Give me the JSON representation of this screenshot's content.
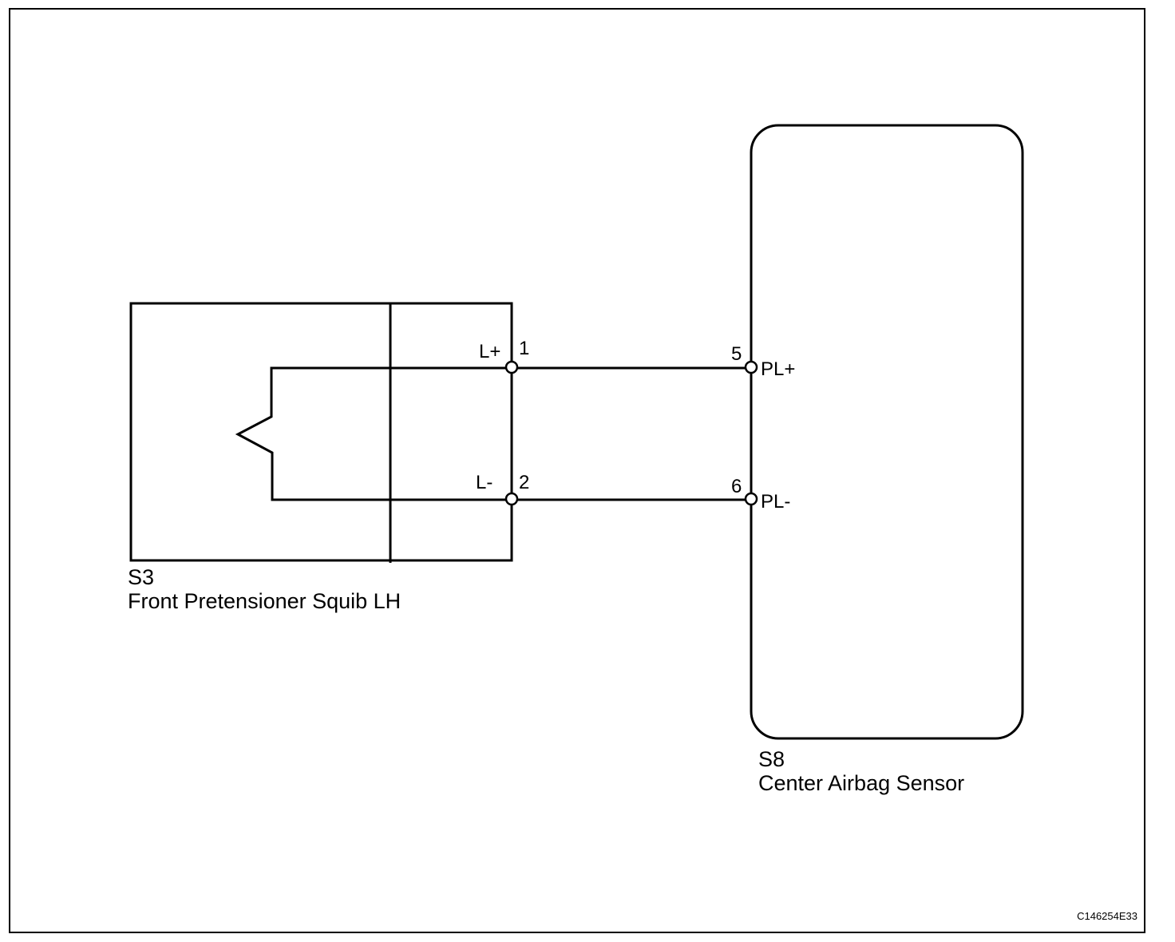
{
  "squib": {
    "code": "S3",
    "name": "Front Pretensioner Squib LH",
    "pins": [
      {
        "label": "L+",
        "number": "1"
      },
      {
        "label": "L-",
        "number": "2"
      }
    ]
  },
  "sensor": {
    "code": "S8",
    "name": "Center Airbag Sensor",
    "pins": [
      {
        "label": "PL+",
        "number": "5"
      },
      {
        "label": "PL-",
        "number": "6"
      }
    ]
  },
  "figure_code": "C146254E33"
}
